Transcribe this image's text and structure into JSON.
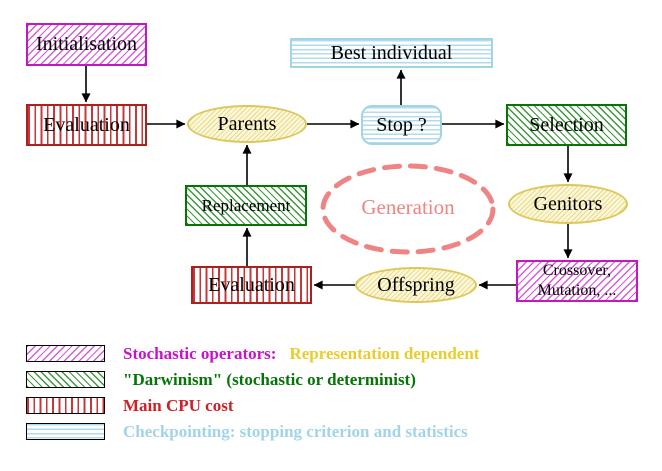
{
  "diagram": {
    "nodes": {
      "initialisation": {
        "label": "Initialisation"
      },
      "evaluation_top": {
        "label": "Evaluation"
      },
      "best_individual": {
        "label": "Best individual"
      },
      "parents": {
        "label": "Parents"
      },
      "stop": {
        "label": "Stop ?"
      },
      "selection": {
        "label": "Selection"
      },
      "replacement": {
        "label": "Replacement"
      },
      "generation": {
        "label": "Generation"
      },
      "genitors": {
        "label": "Genitors"
      },
      "evaluation_bottom": {
        "label": "Evaluation"
      },
      "offspring": {
        "label": "Offspring"
      },
      "crossover": {
        "line1": "Crossover,",
        "line2": "Mutation, ..."
      }
    },
    "edges": [
      {
        "from": "initialisation",
        "to": "evaluation_top"
      },
      {
        "from": "evaluation_top",
        "to": "parents"
      },
      {
        "from": "parents",
        "to": "stop"
      },
      {
        "from": "stop",
        "to": "best_individual"
      },
      {
        "from": "stop",
        "to": "selection"
      },
      {
        "from": "selection",
        "to": "genitors"
      },
      {
        "from": "genitors",
        "to": "crossover"
      },
      {
        "from": "crossover",
        "to": "offspring"
      },
      {
        "from": "offspring",
        "to": "evaluation_bottom"
      },
      {
        "from": "evaluation_bottom",
        "to": "replacement"
      },
      {
        "from": "replacement",
        "to": "parents"
      }
    ]
  },
  "legend": {
    "items": [
      {
        "swatch": "magenta-diagonal-hatch",
        "text": "Stochastic operators:",
        "text2": "Representation dependent"
      },
      {
        "swatch": "green-diagonal-hatch",
        "text": "\"Darwinism\" (stochastic or determinist)"
      },
      {
        "swatch": "red-vertical-stripes",
        "text": "Main CPU cost"
      },
      {
        "swatch": "cyan-horizontal-stripes",
        "text": "Checkpointing: stopping criterion and statistics"
      }
    ]
  },
  "colors": {
    "magenta": "#c317c3",
    "green": "#077407",
    "red": "#ad2020",
    "cyan": "#a2d4e8",
    "yellow_text": "#e9cd2b",
    "yellow_node_border": "#ddc75a",
    "yellow_node_fill": "#fdf8da",
    "salmon": "#ee8484",
    "arrow": "#000000",
    "background": "#ffffff"
  }
}
